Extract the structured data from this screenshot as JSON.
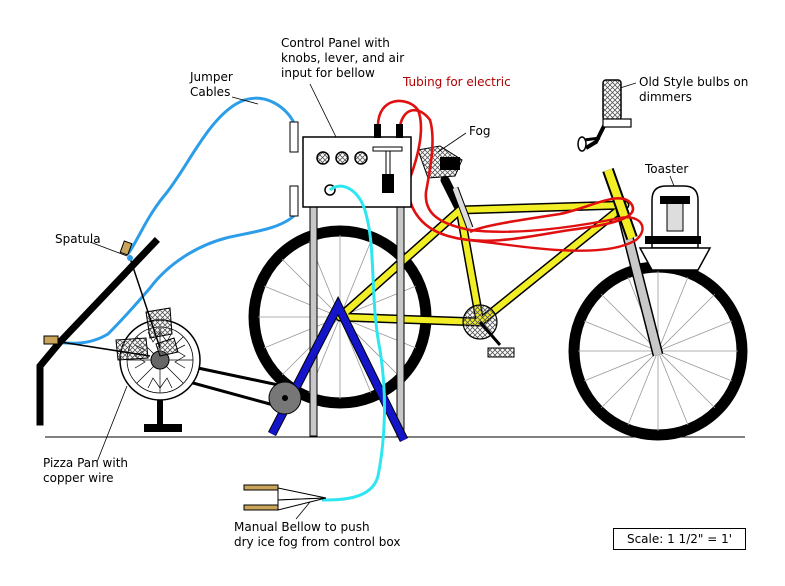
{
  "labels": {
    "control_panel": [
      "Control Panel with",
      "knobs, lever, and air",
      "input for bellow"
    ],
    "jumper_cables": [
      "Jumper",
      "Cables"
    ],
    "tubing": "Tubing for electric",
    "fog": "Fog",
    "old_style_bulbs": [
      "Old Style bulbs on",
      "dimmers"
    ],
    "toaster": "Toaster",
    "spatula": "Spatula",
    "pizza_pan": [
      "Pizza Pan with",
      "copper wire"
    ],
    "manual_bellow": [
      "Manual Bellow to push",
      "dry ice fog from control box"
    ],
    "scale": "Scale: 1 1/2\" = 1'"
  },
  "colors": {
    "frame_yellow": "#f2ee26",
    "tubing_red": "#e01010",
    "cable_blue": "#2c9de8",
    "hose_cyan": "#2ee6f0",
    "stand_blue": "#1414c8",
    "stand_gray": "#bdbdbd",
    "label_red": "#b00000"
  }
}
